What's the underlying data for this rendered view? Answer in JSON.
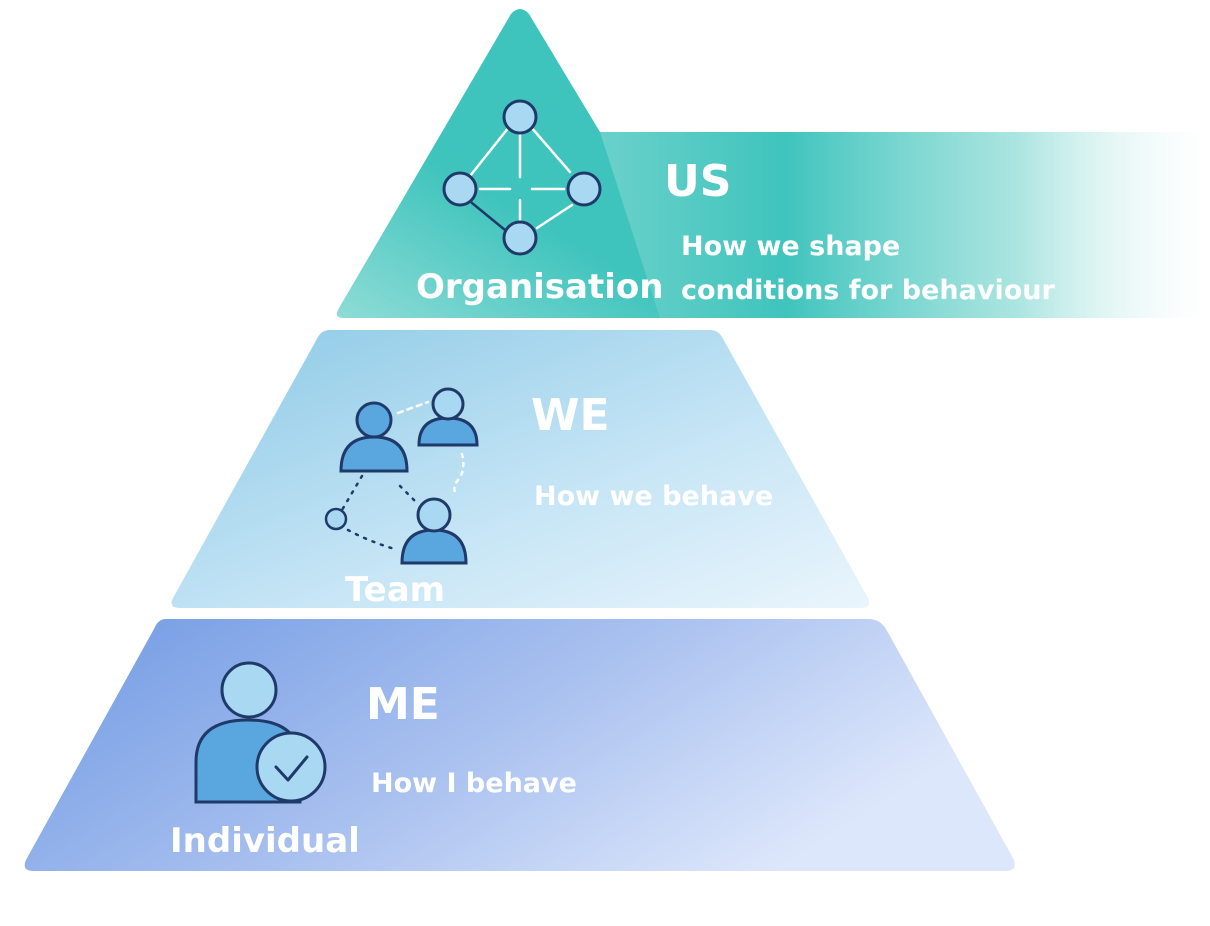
{
  "levels": [
    {
      "id": "organisation",
      "heading": "US",
      "name": "Organisation",
      "description_lines": [
        "How we shape",
        "conditions for behaviour"
      ],
      "colors": {
        "main": "#3fc4bd",
        "light": "#8fdcd6",
        "fade": "#ffffff"
      },
      "icon": "network-icon"
    },
    {
      "id": "team",
      "heading": "WE",
      "name": "Team",
      "description_lines": [
        "How we behave"
      ],
      "colors": {
        "main": "#8cc9e6",
        "light": "#c8e6f6",
        "fade": "#eaf5fc"
      },
      "icon": "team-icon"
    },
    {
      "id": "individual",
      "heading": "ME",
      "name": "Individual",
      "description_lines": [
        "How I behave"
      ],
      "colors": {
        "main": "#6f99e3",
        "light": "#a8c0ef",
        "fade": "#dde7fb"
      },
      "icon": "person-check-icon"
    }
  ],
  "icon_colors": {
    "outline": "#1f3a68",
    "fill_light": "#a9d8f3",
    "fill_mid": "#5aa7e0",
    "line_white": "#ffffff"
  }
}
